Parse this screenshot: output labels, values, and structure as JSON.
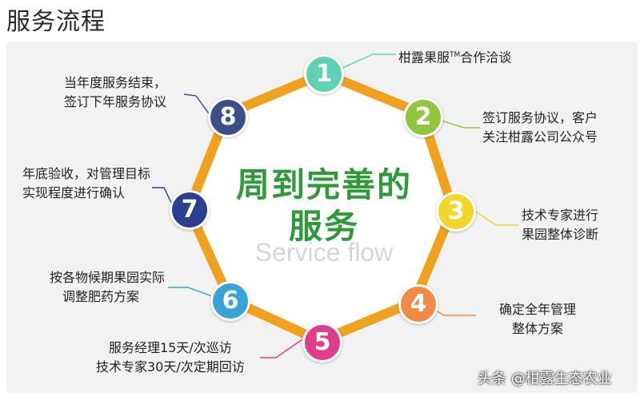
{
  "page_title": "服务流程",
  "center": {
    "title_line1": "周到完善的",
    "title_line2": "服务",
    "subtitle": "Service flow"
  },
  "colors": {
    "ring": "#f0a21f",
    "step1": "#5cd1b4",
    "step2": "#8fc63e",
    "step3": "#f4d62a",
    "step4": "#f08a45",
    "step5": "#e03d8a",
    "step6": "#38a3d6",
    "step7": "#2b3e8f",
    "step8": "#3d4f8a"
  },
  "steps": [
    {
      "num": "1",
      "line1": "柑露果服",
      "tm": "TM",
      "line1b": "合作洽谈"
    },
    {
      "num": "2",
      "line1": "签订服务协议，客户",
      "line2": "关注柑露公司公众号"
    },
    {
      "num": "3",
      "line1": "技术专家进行",
      "line2": "果园整体诊断"
    },
    {
      "num": "4",
      "line1": "确定全年管理",
      "line2": "整体方案"
    },
    {
      "num": "5",
      "line1": "服务经理15天/次巡访",
      "line2": "技术专家30天/次定期回访"
    },
    {
      "num": "6",
      "line1": "按各物候期果园实际",
      "line2": "调整肥药方案"
    },
    {
      "num": "7",
      "line1": "年底验收，对管理目标",
      "line2": "实现程度进行确认"
    },
    {
      "num": "8",
      "line1": "当年度服务结束，",
      "line2": "签订下年服务协议"
    }
  ],
  "credit": "头条 @柑露生态农业"
}
